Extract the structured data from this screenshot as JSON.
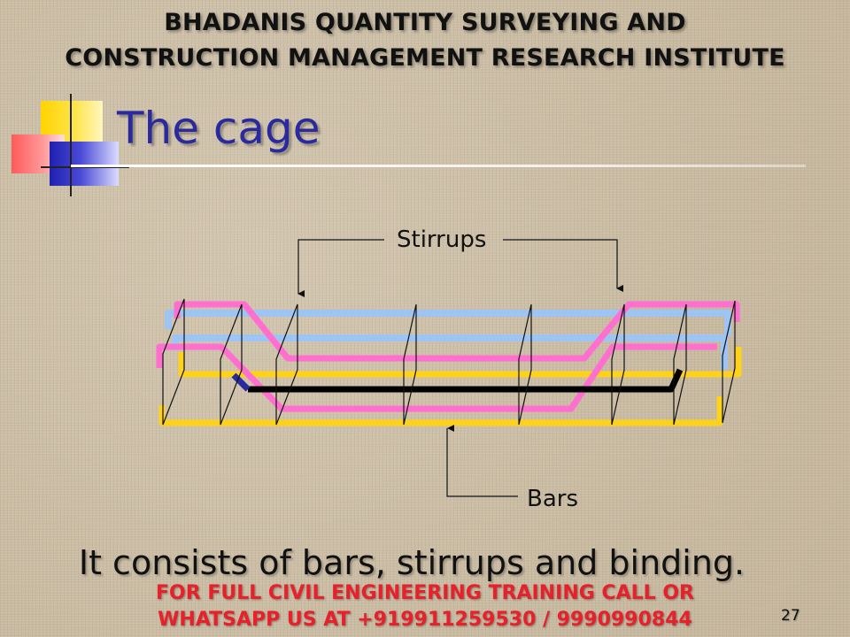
{
  "header": {
    "line1": "BHADANIS QUANTITY SURVEYING AND",
    "line2": "CONSTRUCTION MANAGEMENT RESEARCH INSTITUTE"
  },
  "slide": {
    "title": "The cage",
    "caption": "It consists of bars, stirrups and binding.",
    "page_number": "27"
  },
  "diagram": {
    "label_stirrups": "Stirrups",
    "label_bars": "Bars"
  },
  "footer": {
    "line1": "FOR FULL CIVIL ENGINEERING TRAINING CALL OR",
    "line2": "WHATSAPP US AT +919911259530  / 9990990844"
  },
  "colors": {
    "title": "#2a2a9e",
    "footer": "#e8202a",
    "bar_pink": "#ff6fcf",
    "bar_blue": "#9ec4f4",
    "bar_yellow": "#ffd21a",
    "bar_black": "#000000",
    "bar_hook_blue": "#2a2a9e"
  }
}
